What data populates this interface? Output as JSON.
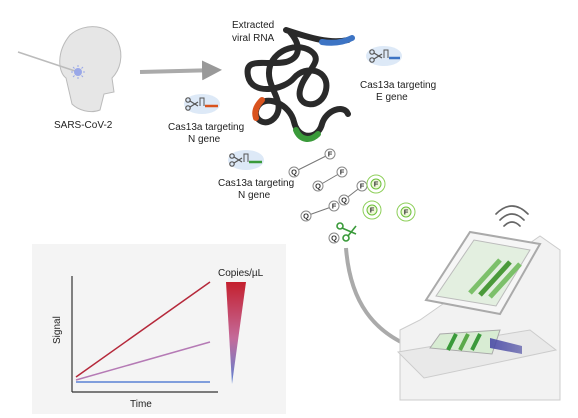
{
  "labels": {
    "sars": "SARS-CoV-2",
    "rna_line1": "Extracted",
    "rna_line2": "viral RNA",
    "cas_e_line1": "Cas13a targeting",
    "cas_e_line2": "E gene",
    "cas_n1_line1": "Cas13a targeting",
    "cas_n1_line2": "N gene",
    "cas_n2_line1": "Cas13a targeting",
    "cas_n2_line2": "N gene"
  },
  "reporter": {
    "quencher": "Q",
    "fluorophore": "F"
  },
  "chart_data": {
    "type": "line",
    "xlabel": "Time",
    "ylabel": "Signal",
    "legend_title": "Copies/µL",
    "series": [
      {
        "color": "#b5283a",
        "x": [
          0,
          1
        ],
        "y": [
          0.05,
          1.0
        ]
      },
      {
        "color": "#b57ab5",
        "x": [
          0,
          1
        ],
        "y": [
          0.02,
          0.4
        ]
      },
      {
        "color": "#5a82d4",
        "x": [
          0,
          1
        ],
        "y": [
          0.0,
          0.0
        ]
      }
    ],
    "xlim": [
      0,
      1
    ],
    "ylim": [
      0,
      1
    ]
  },
  "colors": {
    "rna": "#2a2a2a",
    "e_gene": "#3d74c4",
    "n_gene_orange": "#d9531e",
    "n_gene_green": "#3a9a3a",
    "fluor_green": "#6bbf3a",
    "arrow": "#aaaaaa"
  },
  "icons": [
    "head-silhouette-icon",
    "virus-icon",
    "scissors-icon",
    "phone-icon",
    "wifi-icon"
  ]
}
